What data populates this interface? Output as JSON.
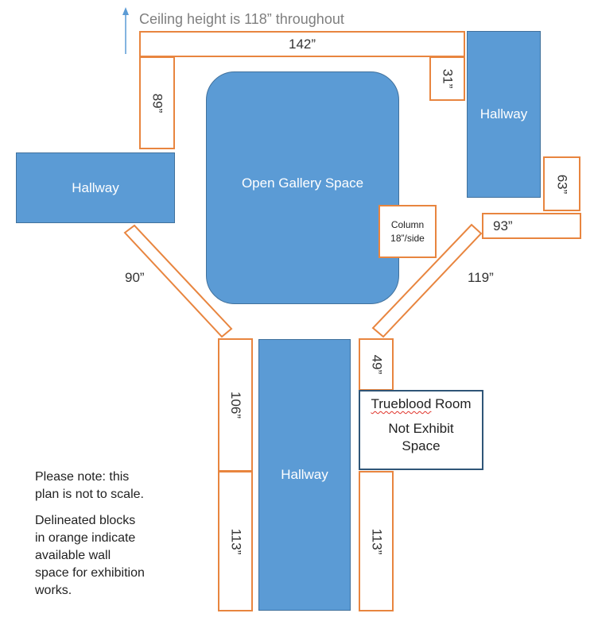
{
  "ceiling_note": "Ceiling height is 118” throughout",
  "rooms": {
    "gallery": "Open Gallery Space",
    "hall_left": "Hallway",
    "hall_right": "Hallway",
    "hall_bottom": "Hallway"
  },
  "column": {
    "line1": "Column",
    "line2": "18”/side"
  },
  "walls": {
    "top": "142”",
    "top_right_small": "31”",
    "left_upper": "89”",
    "right_mid": "63”",
    "right_horizontal": "93”",
    "diag_left": "90”",
    "diag_right": "119”",
    "bottom_left_upper": "106”",
    "bottom_left_lower": "113”",
    "bottom_right_upper": "49”",
    "bottom_right_lower": "113”"
  },
  "trueblood": {
    "name": "Trueblood",
    "room": " Room",
    "line2": "Not Exhibit",
    "line3": "Space"
  },
  "notes": {
    "scale_line1": "Please note: this",
    "scale_line2": "plan is not to scale.",
    "orange_line1": "Delineated blocks",
    "orange_line2": "in orange indicate",
    "orange_line3": "available wall",
    "orange_line4": "space for exhibition",
    "orange_line5": "works."
  },
  "colors": {
    "wall_orange": "#E8853F",
    "room_blue": "#5B9BD5",
    "trueblood_border": "#2F5577"
  }
}
